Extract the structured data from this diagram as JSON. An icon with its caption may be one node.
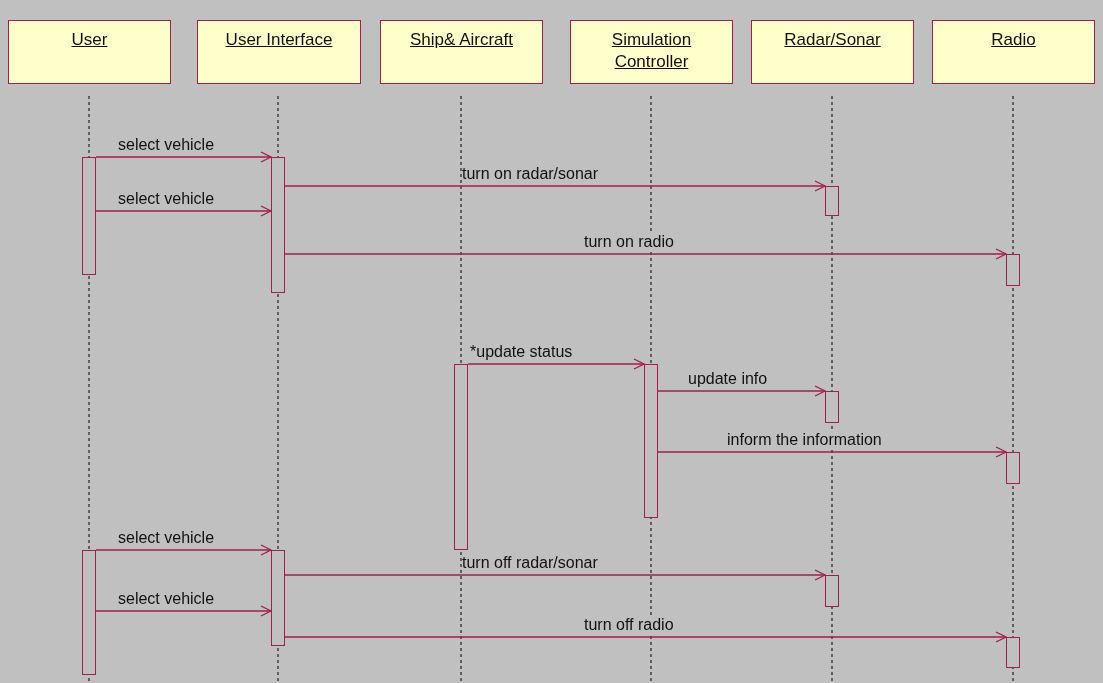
{
  "diagram": {
    "nodes": [
      {
        "text": [
          "User"
        ]
      },
      {
        "text": [
          "User Interface"
        ]
      },
      {
        "text": [
          "Ship& Aircraft"
        ]
      },
      {
        "text": [
          "Simulation Controller"
        ]
      },
      {
        "text": [
          "Radar/Sonar"
        ]
      },
      {
        "text": [
          "Radio"
        ]
      },
      {
        "text": [],
        "shape": "bar"
      },
      {
        "text": [],
        "shape": "bar"
      },
      {
        "text": [],
        "shape": "bar"
      },
      {
        "text": [],
        "shape": "bar"
      },
      {
        "text": [],
        "shape": "bar"
      },
      {
        "text": [],
        "shape": "bar"
      },
      {
        "text": [],
        "shape": "bar"
      },
      {
        "text": [],
        "shape": "bar"
      },
      {
        "text": [],
        "shape": "bar"
      },
      {
        "text": [],
        "shape": "bar"
      },
      {
        "text": [],
        "shape": "bar"
      },
      {
        "text": [],
        "shape": "bar"
      }
    ],
    "edges": [
      {
        "from": 6,
        "to": 7,
        "arrow": "to",
        "label": "select vehicle"
      },
      {
        "from": 7,
        "to": 8,
        "arrow": "to",
        "label": "turn on radar/sonar"
      },
      {
        "from": 6,
        "to": 7,
        "arrow": "to",
        "label": "select vehicle"
      },
      {
        "from": 7,
        "to": 9,
        "arrow": "to",
        "label": "turn on radio"
      },
      {
        "from": 10,
        "to": 11,
        "arrow": "to",
        "label": "*update status"
      },
      {
        "from": 11,
        "to": 12,
        "arrow": "to",
        "label": "update info"
      },
      {
        "from": 11,
        "to": 13,
        "arrow": "to",
        "label": "inform the information"
      },
      {
        "from": 14,
        "to": 15,
        "arrow": "to",
        "label": "select vehicle"
      },
      {
        "from": 15,
        "to": 16,
        "arrow": "to",
        "label": "turn off radar/sonar"
      },
      {
        "from": 14,
        "to": 15,
        "arrow": "to",
        "label": "select vehicle"
      },
      {
        "from": 15,
        "to": 17,
        "arrow": "to",
        "label": "turn off radio"
      }
    ]
  }
}
